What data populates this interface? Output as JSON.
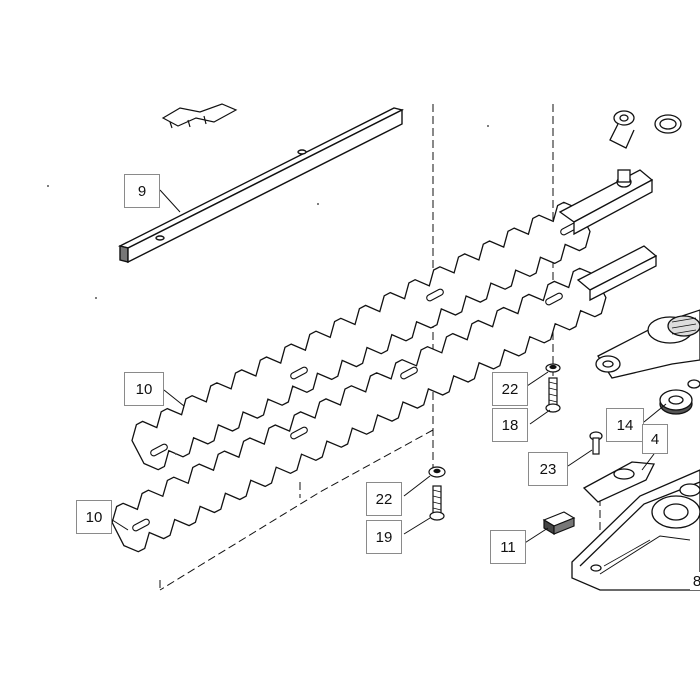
{
  "diagram": {
    "background": "#ffffff",
    "line_color": "#111111",
    "part_fill": "#ffffff",
    "shade_color": "#9a9a9a",
    "callout_border": "#8a8a8a"
  },
  "callouts": {
    "c9": "9",
    "c10a": "10",
    "c10b": "10",
    "c22a": "22",
    "c18": "18",
    "c14": "14",
    "c4": "4",
    "c23": "23",
    "c22b": "22",
    "c19": "19",
    "c11": "11",
    "c8": "8"
  }
}
